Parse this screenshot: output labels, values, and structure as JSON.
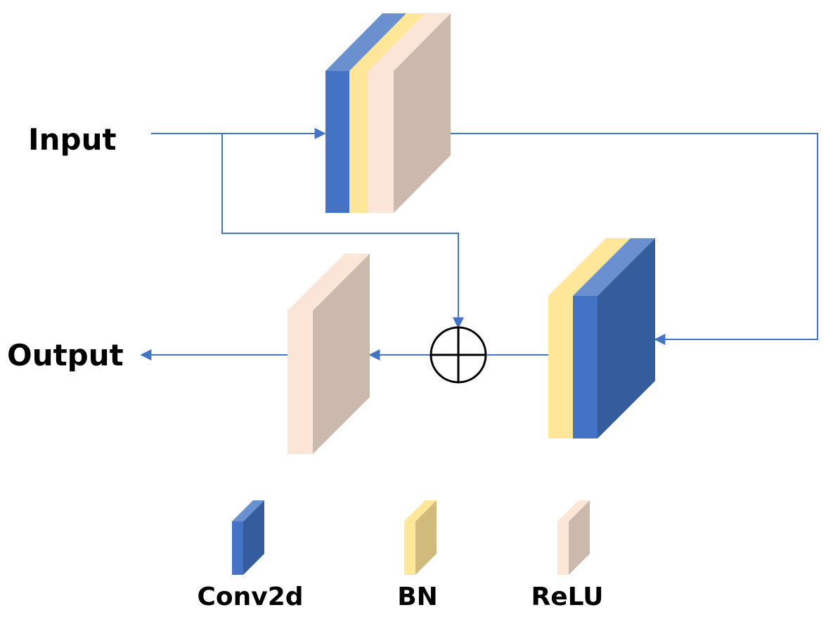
{
  "labels": {
    "input": "Input",
    "output": "Output"
  },
  "legend": [
    {
      "key": "conv",
      "label": "Conv2d"
    },
    {
      "key": "bn",
      "label": "BN"
    },
    {
      "key": "relu",
      "label": "ReLU"
    }
  ],
  "colors": {
    "conv_front": "#4472c4",
    "conv_top": "#6b90d0",
    "conv_side": "#355d9e",
    "bn_front": "#ffe699",
    "bn_side": "#d0bb7c",
    "relu_front": "#fbe5d6",
    "relu_side": "#cbb9ad",
    "arrow": "#4472c4",
    "line": "#4472c4"
  }
}
